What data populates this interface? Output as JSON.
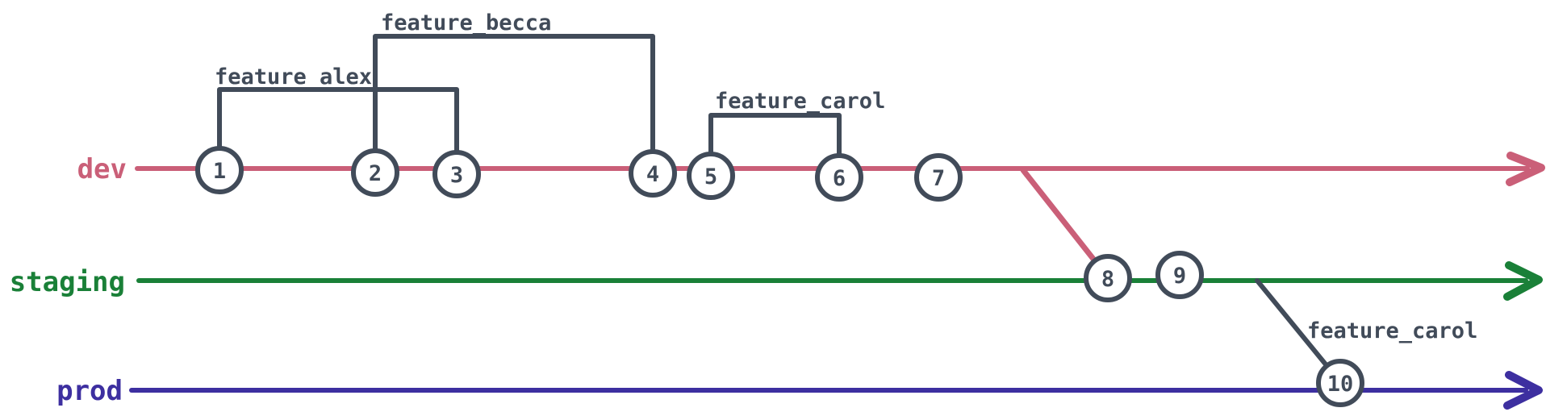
{
  "diagram": {
    "type": "git-branch-graph",
    "background": "#ffffff",
    "ink": "#414b59",
    "node_fill": "#ffffff",
    "branches": [
      {
        "name": "dev",
        "color": "#ca5f78"
      },
      {
        "name": "staging",
        "color": "#1a8038"
      },
      {
        "name": "prod",
        "color": "#3d2fa0"
      }
    ],
    "features": [
      {
        "label": "feature_alex",
        "spans_commits": [
          "1",
          "3"
        ]
      },
      {
        "label": "feature_becca",
        "spans_commits": [
          "2",
          "4"
        ]
      },
      {
        "label": "feature_carol",
        "spans_commits": [
          "5",
          "6"
        ]
      },
      {
        "label": "feature_carol",
        "merge_commit": "10"
      }
    ],
    "commits": [
      {
        "id": "1",
        "branch": "dev"
      },
      {
        "id": "2",
        "branch": "dev"
      },
      {
        "id": "3",
        "branch": "dev"
      },
      {
        "id": "4",
        "branch": "dev"
      },
      {
        "id": "5",
        "branch": "dev"
      },
      {
        "id": "6",
        "branch": "dev"
      },
      {
        "id": "7",
        "branch": "dev"
      },
      {
        "id": "8",
        "branch": "staging"
      },
      {
        "id": "9",
        "branch": "staging"
      },
      {
        "id": "10",
        "branch": "prod"
      }
    ]
  }
}
